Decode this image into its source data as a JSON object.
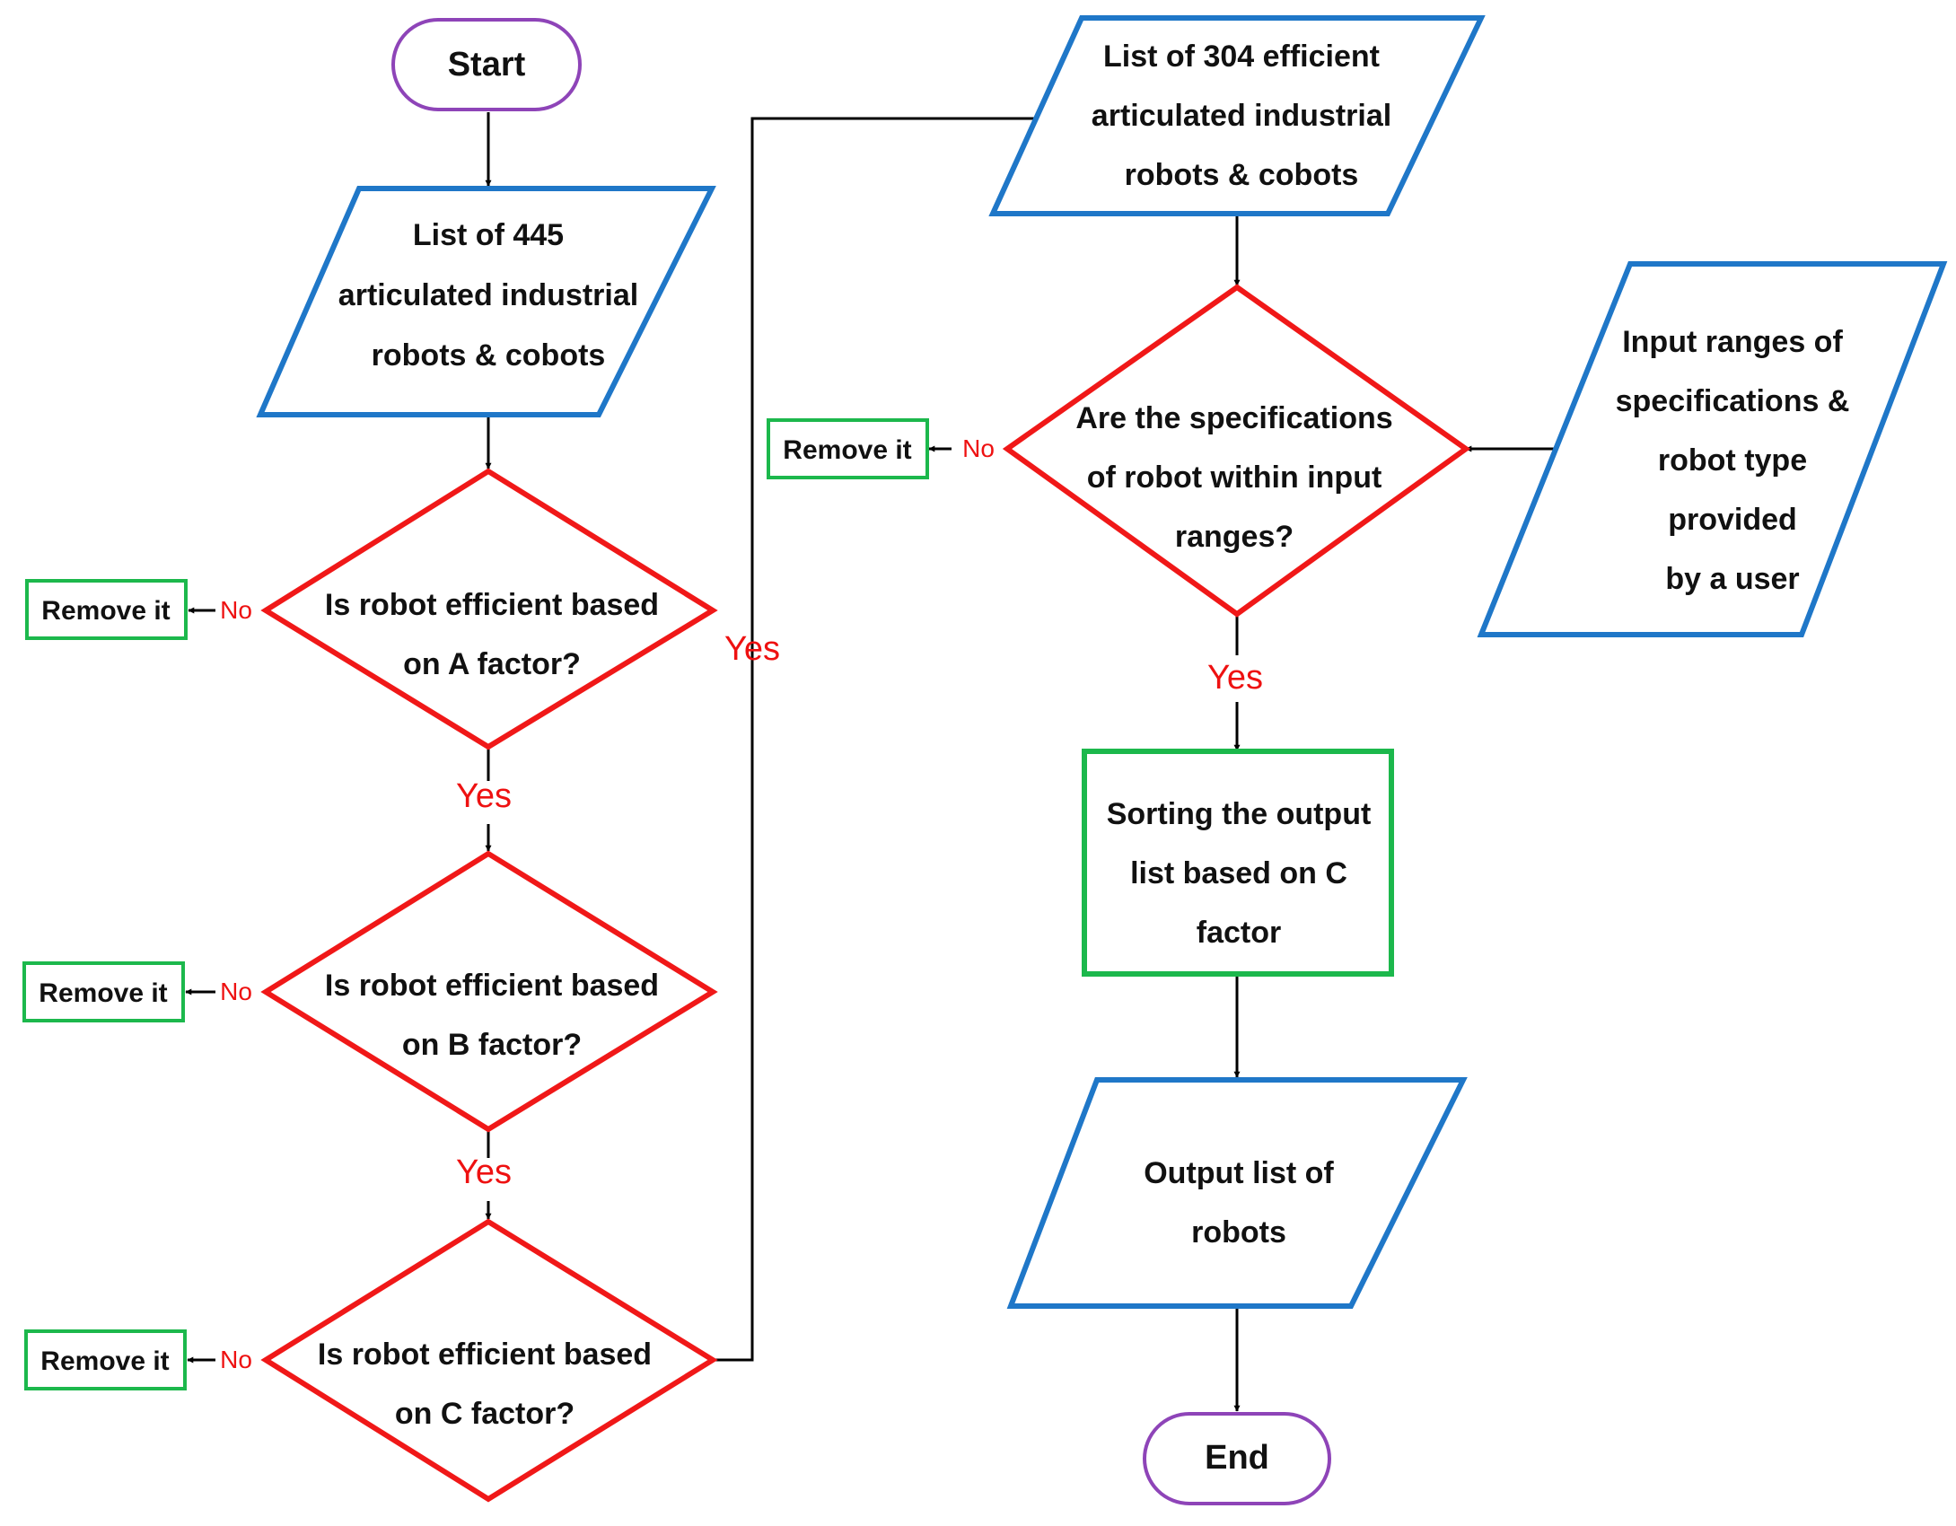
{
  "colors": {
    "terminal": "#8E44B8",
    "io": "#1F77C8",
    "decision": "#F01818",
    "process": "#1CB84C",
    "line": "#000000",
    "yes_text": "#EE1111",
    "no_text": "#EE1111"
  },
  "nodes": {
    "start": {
      "label": "Start"
    },
    "list445": {
      "lines": [
        "List of 445",
        "articulated industrial",
        "robots & cobots"
      ]
    },
    "decA": {
      "lines": [
        "Is robot efficient based",
        "on A factor?"
      ]
    },
    "decB": {
      "lines": [
        "Is robot efficient based",
        "on B factor?"
      ]
    },
    "decC": {
      "lines": [
        "Is robot efficient based",
        "on C factor?"
      ]
    },
    "removeA": {
      "label": "Remove it"
    },
    "removeB": {
      "label": "Remove it"
    },
    "removeC": {
      "label": "Remove it"
    },
    "list304": {
      "lines": [
        "List of 304 efficient",
        "articulated industrial",
        "robots & cobots"
      ]
    },
    "decSpec": {
      "lines": [
        "Are the specifications",
        "of robot within input",
        "ranges?"
      ]
    },
    "removeSpec": {
      "label": "Remove it"
    },
    "inputRanges": {
      "lines": [
        "Input ranges of",
        "specifications &",
        "robot type",
        "provided",
        "by a user"
      ]
    },
    "sorting": {
      "lines": [
        "Sorting the output",
        "list based on C",
        "factor"
      ]
    },
    "outputList": {
      "lines": [
        "Output list of",
        "robots"
      ]
    },
    "end": {
      "label": "End"
    }
  },
  "edges": {
    "yesA": "Yes",
    "yesB": "Yes",
    "yesC": "Yes",
    "yesSpec": "Yes",
    "noA": "No",
    "noB": "No",
    "noC": "No",
    "noSpec": "No"
  }
}
